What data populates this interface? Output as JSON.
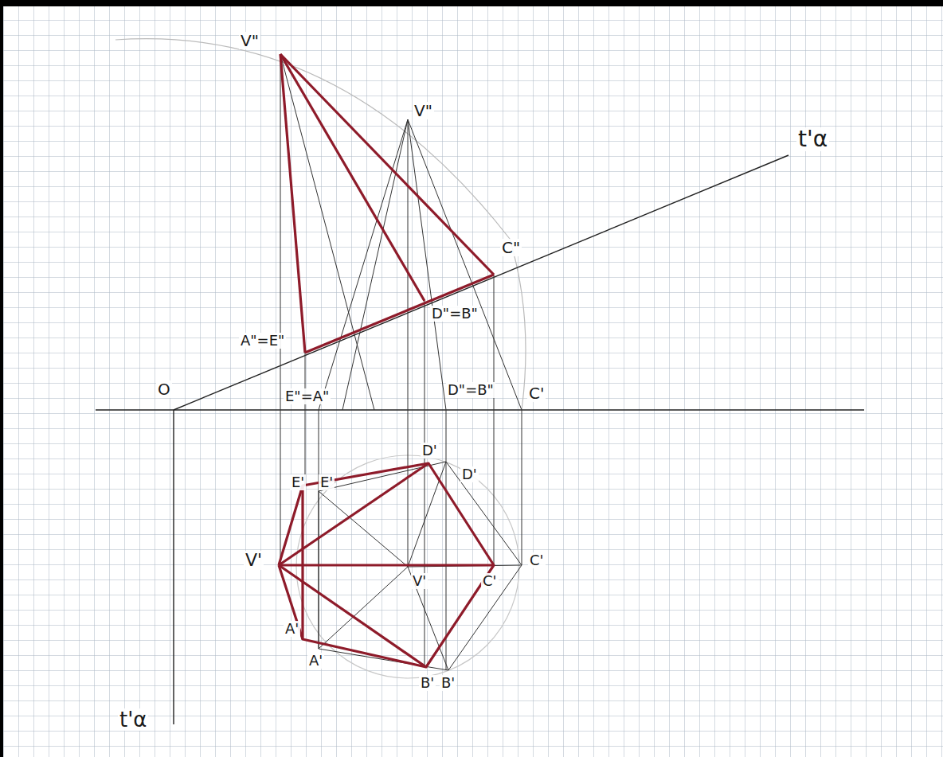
{
  "diagram": {
    "labels": [
      "V\"",
      "V\"",
      "t'α",
      "C\"",
      "D\"=B\"",
      "A\"=E\"",
      "O",
      "E\"=A\"",
      "D\"=B\"",
      "C'",
      "D'",
      "D'",
      "E'",
      "E'",
      "V'",
      "V'",
      "C'",
      "C'",
      "A'",
      "A'",
      "B'",
      "B'",
      "t'α"
    ]
  }
}
